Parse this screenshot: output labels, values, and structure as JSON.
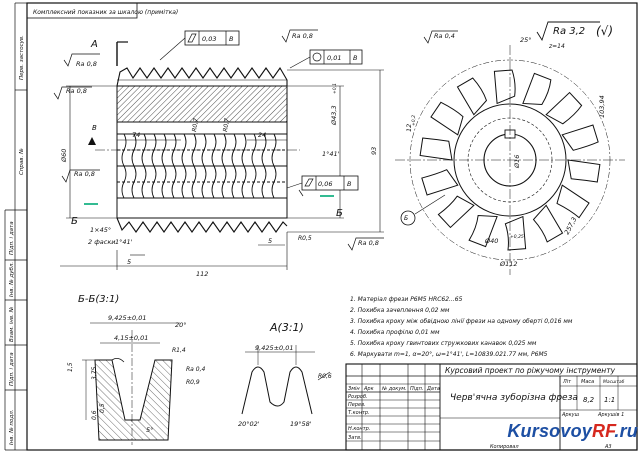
{
  "top_stamp": "Комплексний показник за шкалою (примітка)",
  "side_columns": [
    "Перв. застосув.",
    "Справ. №",
    "Підп. і дата",
    "Інв. № дубл.",
    "Взам. інв. №",
    "Підп. і дата",
    "Інв. № подл."
  ],
  "views": {
    "section_a_label": "A",
    "section_b_left": "Б",
    "section_b_right": "Б",
    "section_bb_title": "Б-Б(3:1)",
    "detail_a_title": "A(3:1)",
    "small_view_label": "В"
  },
  "tolerance_frames": [
    {
      "value": "0,03",
      "datum": "В"
    },
    {
      "value": "0,01",
      "datum": "В"
    },
    {
      "value": "0,06",
      "datum": "В"
    }
  ],
  "roughness": [
    "Ra 0,8",
    "Ra 0,8",
    "Ra 0,8",
    "Ra 0,8",
    "Ra 0,8",
    "Ra 0,4",
    "Ra 0,8",
    "Ra 0,4"
  ],
  "general_roughness": "Ra 3,2",
  "dimensions": {
    "d60": "Ø60",
    "d43": "Ø43,3",
    "d43_tol": "+0,1",
    "d93": "93",
    "len74": "74",
    "len24": "24",
    "len112": "112",
    "len5a": "5",
    "len5b": "5",
    "chamfer": "1×45°",
    "chamfer_note": "2 фаски",
    "angle_lead": "1°41'",
    "angle_lead_b": "1°41'",
    "r07": "R0,7",
    "r07b": "R0,7",
    "r05": "R0,5",
    "z14": "z=14",
    "ang25": "25°",
    "d40": "Ø40",
    "d40_tol": "+0,25",
    "d112": "Ø112",
    "d16": "Ø16",
    "r103": "103,94",
    "r2573": "257,3",
    "dim12": "12",
    "dim12_tol": "+0,2",
    "circle_view": "Ⓑ"
  },
  "section_bb": {
    "dim1": "9,425±0,01",
    "dim2": "4,15±0,01",
    "ang20": "20°",
    "dim_r14": "R1,4",
    "dim_r09": "R0,9",
    "h1": "3,75",
    "h2": "1,5",
    "w1": "0,6",
    "w2": "0,5",
    "ang5": "5°",
    "rough": "Ra 0,4"
  },
  "detail_a": {
    "dim1": "9,425±0,01",
    "r06": "R0,6",
    "ang1": "20°02'",
    "ang2": "19°58'"
  },
  "notes": [
    "1. Матеріал фрези Р6М5 HRC62...65",
    "2. Похибка зачеплення 0,02 мм",
    "3. Похибка кроку між обвідною лінії фрези на одному оберті 0,016 мм",
    "4. Похибка профілю 0,01 мм",
    "5. Похибка кроку гвинтових стружкових канавок 0,025 мм",
    "6. Маркувати m=1, α=20°, ω=1°41', L=10839.021.77 мм, Р6М5"
  ],
  "title_block": {
    "project": "Курсовий проект по ріжучому інструменту",
    "part_name": "Черв'ячна зуборізна фреза",
    "col_lit": "Літ",
    "col_mass": "Маса",
    "col_scale": "Масштаб",
    "mass": "8,2",
    "scale": "1:1",
    "sheet": "Аркуш",
    "sheets": "Аркушів 1",
    "format": "А3",
    "rows": [
      "Змін",
      "Арк",
      "№ докум.",
      "Підп.",
      "Дата",
      "Розроб.",
      "Перев.",
      "Т.контр.",
      "Н.контр.",
      "Затв."
    ],
    "copy": "Копировал"
  },
  "watermark": {
    "main": "Kursovoy",
    "accent": "RF",
    "tail": ".ru"
  }
}
